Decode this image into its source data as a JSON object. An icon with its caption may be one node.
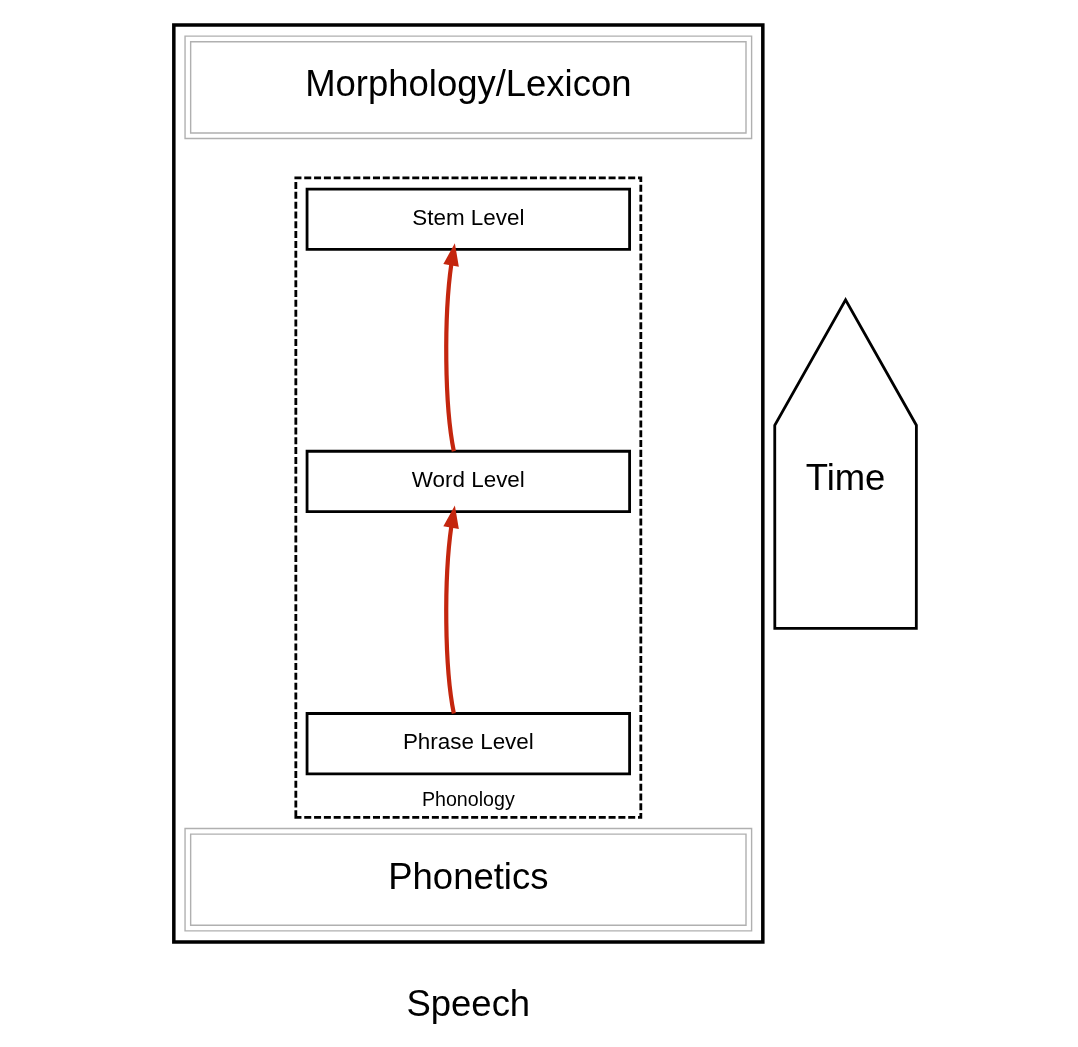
{
  "diagram": {
    "nodes": [
      {
        "text": [],
        "shape": "box"
      },
      {
        "text": [
          "Morphology/Lexicon"
        ],
        "in": 0
      },
      {
        "text": [
          "Phonology"
        ],
        "in": 0
      },
      {
        "text": [
          "Stem Level"
        ],
        "in": 2
      },
      {
        "text": [
          "Word Level"
        ],
        "in": 2
      },
      {
        "text": [
          "Phrase Level"
        ],
        "in": 2
      },
      {
        "text": [
          "Phonetics"
        ],
        "in": 0
      },
      {
        "text": [
          "Time"
        ]
      }
    ],
    "edges": [
      {
        "from": 5,
        "to": 4,
        "arrow": "to",
        "color": "#c4260e"
      },
      {
        "from": 4,
        "to": 3,
        "arrow": "to",
        "color": "#c4260e"
      }
    ],
    "labels": [
      "Speech"
    ]
  }
}
